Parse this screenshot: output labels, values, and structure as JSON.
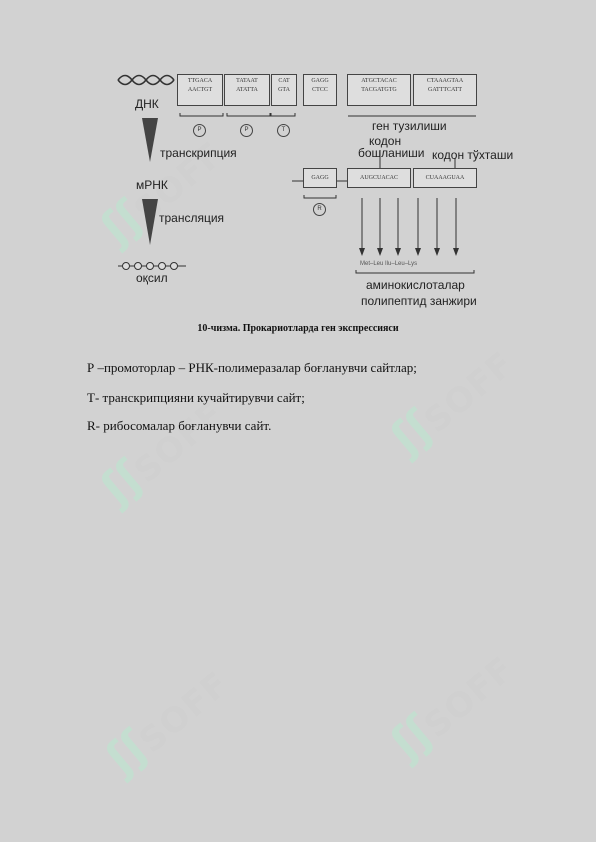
{
  "figure": {
    "dnk_label": "ДНК",
    "transcription_label": "транскрипция",
    "mrnk_label": "мРНК",
    "translation_label": "трансляция",
    "protein_label": "оқсил",
    "gene_structure_label": "ген тузилиши",
    "codon_start_line1": "кодон",
    "codon_start_line2": "бошланиши",
    "codon_stop_label": "кодон тўхташи",
    "amino_acids_label": "аминокислоталар",
    "polypeptide_label": "полипептид занжири",
    "amino_seq": "Met–Leu  Ilu–Leu–Lys",
    "dna_boxes": [
      {
        "top": "TTGACA",
        "bottom": "AACTGT"
      },
      {
        "top": "TATAAT",
        "bottom": "ATATTA"
      },
      {
        "top": "CAT",
        "bottom": "GTA"
      },
      {
        "top": "GAGG",
        "bottom": "CTCC"
      },
      {
        "top": "ATGCTACAC",
        "bottom": "TACGATGTG"
      },
      {
        "top": "CTAAAGTAA",
        "bottom": "GATTTCATT"
      }
    ],
    "mrna_boxes": [
      "GAGG",
      "AUGCUACAC",
      "CUAAAGUAA"
    ],
    "circle_labels": [
      "P",
      "P",
      "T",
      "R"
    ]
  },
  "caption": "10-чизма.  Прокариотларда ген экспрессияси",
  "paragraphs": [
    "Р –промоторлар – РНК-полимеразалар боғланувчи сайтлар;",
    "Т- транскрипцияни кучайтирувчи сайт;",
    "R- рибосомалар боғланувчи сайт."
  ],
  "watermark": {
    "text": "SOFF",
    "logo_glyph": "ʃʃ"
  }
}
